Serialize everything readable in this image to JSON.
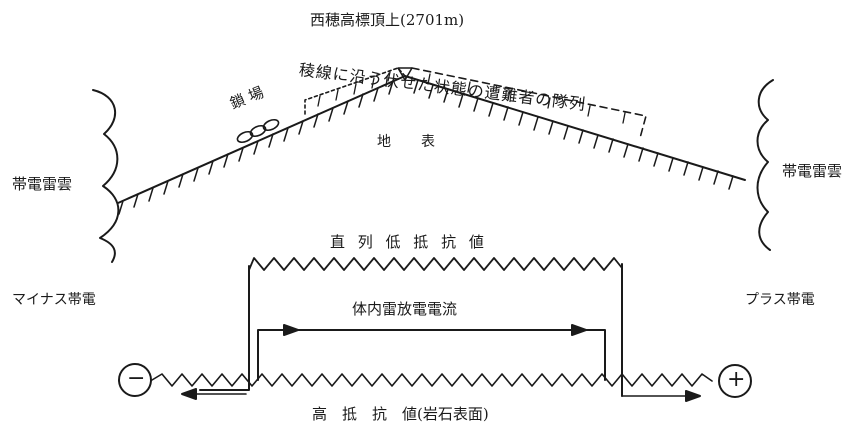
{
  "labels": {
    "peak": "西穂高標頂上(2701m)",
    "chain_prefix": "鎖 場",
    "climbers_row": "稜線に沿う伏せた状態の遭難者の隊列",
    "ground": "地　表",
    "cloud_left": "帯電雷雲",
    "cloud_right": "帯電雷雲",
    "minus_charge": "マイナス帯電",
    "plus_charge": "プラス帯電",
    "series_low_resistance": "直 列 低 抵 抗 値",
    "body_current": "体内雷放電電流",
    "high_resistance": "高　抵　抗　値(岩石表面)",
    "minus_symbol": "−",
    "plus_symbol": "+"
  }
}
